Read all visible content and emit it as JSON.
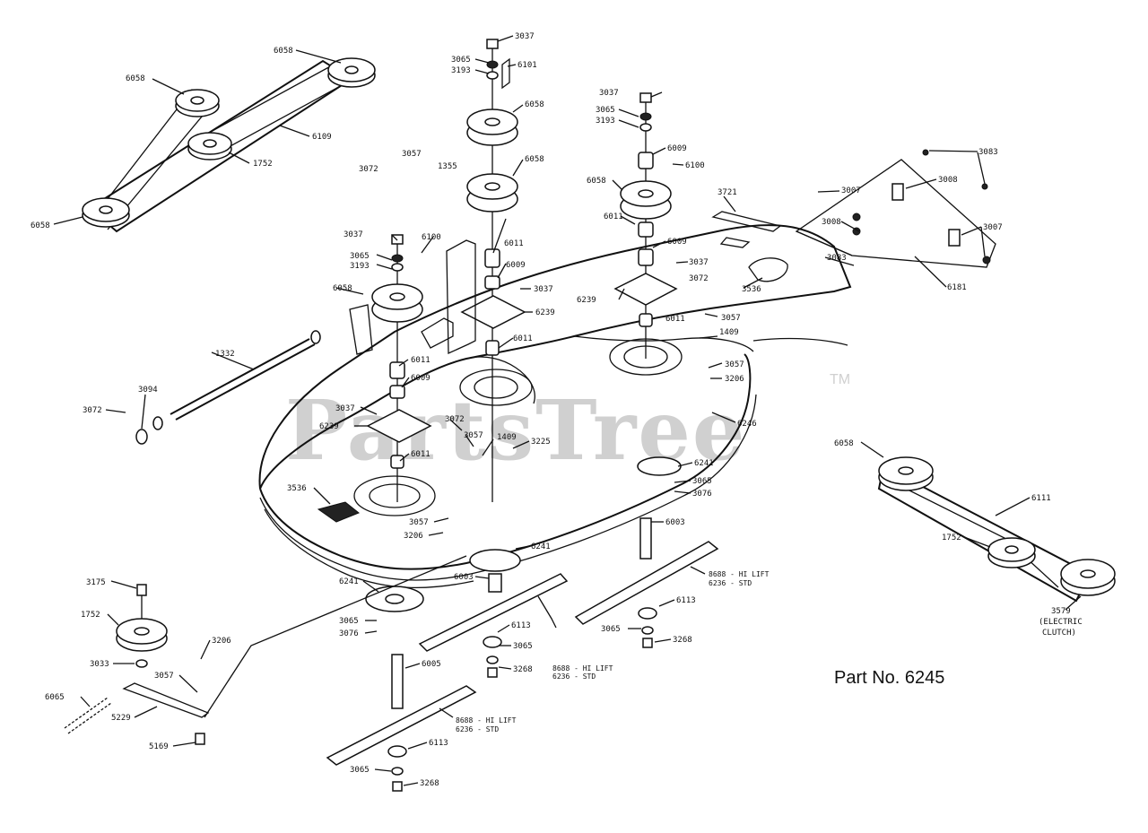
{
  "watermark": {
    "text": "PartsTree",
    "tm": "TM"
  },
  "part_number": "Part No. 6245",
  "callouts": {
    "c3037_top": "3037",
    "c3065_top": "3065",
    "c3193_top": "3193",
    "c6101": "6101",
    "c6058_center1": "6058",
    "c6058_center2": "6058",
    "c6058_belt_a": "6058",
    "c6058_belt_b": "6058",
    "c6058_belt_c": "6058",
    "c6109": "6109",
    "c1752_belt": "1752",
    "c3057_a": "3057",
    "c3072_a": "3072",
    "c1355": "1355",
    "c3037_r": "3037",
    "c3065_r": "3065",
    "c3193_r": "3193",
    "c6009_r": "6009",
    "c6100_r": "6100",
    "c6058_r": "6058",
    "c6011_r": "6011",
    "c6009_r2": "6009",
    "c3037_r2": "3037",
    "c3721": "3721",
    "c3083_a": "3083",
    "c3008_a": "3008",
    "c3007_a": "3007",
    "c3007_b": "3007",
    "c3008_b": "3008",
    "c3083_b": "3083",
    "c6181": "6181",
    "c3536_r": "3536",
    "c3072_r": "3072",
    "c6239_r": "6239",
    "c3057_r": "3057",
    "c6011_r2": "6011",
    "c1409_r": "1409",
    "c3057_r2": "3057",
    "c3206_r": "3206",
    "c3037_l": "3037",
    "c6100_l": "6100",
    "c3065_l": "3065",
    "c3193_l": "3193",
    "c6058_l": "6058",
    "c6011_c": "6011",
    "c6009_c": "6009",
    "c3037_c": "3037",
    "c6239_c": "6239",
    "c6011_c2": "6011",
    "c1332": "1332",
    "c3094": "3094",
    "c3072_l": "3072",
    "c6011_l": "6011",
    "c6009_l": "6009",
    "c3037_l2": "3037",
    "c6239_l": "6239",
    "c3072_m": "3072",
    "c3057_m": "3057",
    "c1409_m": "1409",
    "c3225": "3225",
    "c6011_l2": "6011",
    "c6246": "6246",
    "c3536_l": "3536",
    "c3057_b": "3057",
    "c3206_b": "3206",
    "c6241_r": "6241",
    "c3065_br": "3065",
    "c3076_br": "3076",
    "c6003_r": "6003",
    "c6241_m": "6241",
    "c6003_m": "6003",
    "c6241_l": "6241",
    "c3065_bl": "3065",
    "c3076_bl": "3076",
    "c6113_m": "6113",
    "c3065_m": "3065",
    "c3268_m": "3268",
    "c8688_m": "8688 - HI LIFT",
    "c6236_m": "6236 - STD",
    "c6005": "6005",
    "c6113_r": "6113",
    "c3065_r3": "3065",
    "c3268_r": "3268",
    "c8688_r": "8688 - HI LIFT",
    "c6236_r": "6236 - STD",
    "c8688_l": "8688 - HI LIFT",
    "c6236_l": "6236 - STD",
    "c6113_l": "6113",
    "c3065_l3": "3065",
    "c3268_l": "3268",
    "c3175": "3175",
    "c1752_l": "1752",
    "c3206_l": "3206",
    "c3033": "3033",
    "c3057_l": "3057",
    "c6065": "6065",
    "c5229": "5229",
    "c5169": "5169",
    "c6058_br": "6058",
    "c6111": "6111",
    "c1752_br": "1752",
    "c3579": "3579",
    "c_electric": "(ELECTRIC",
    "c_clutch": "CLUTCH)"
  }
}
